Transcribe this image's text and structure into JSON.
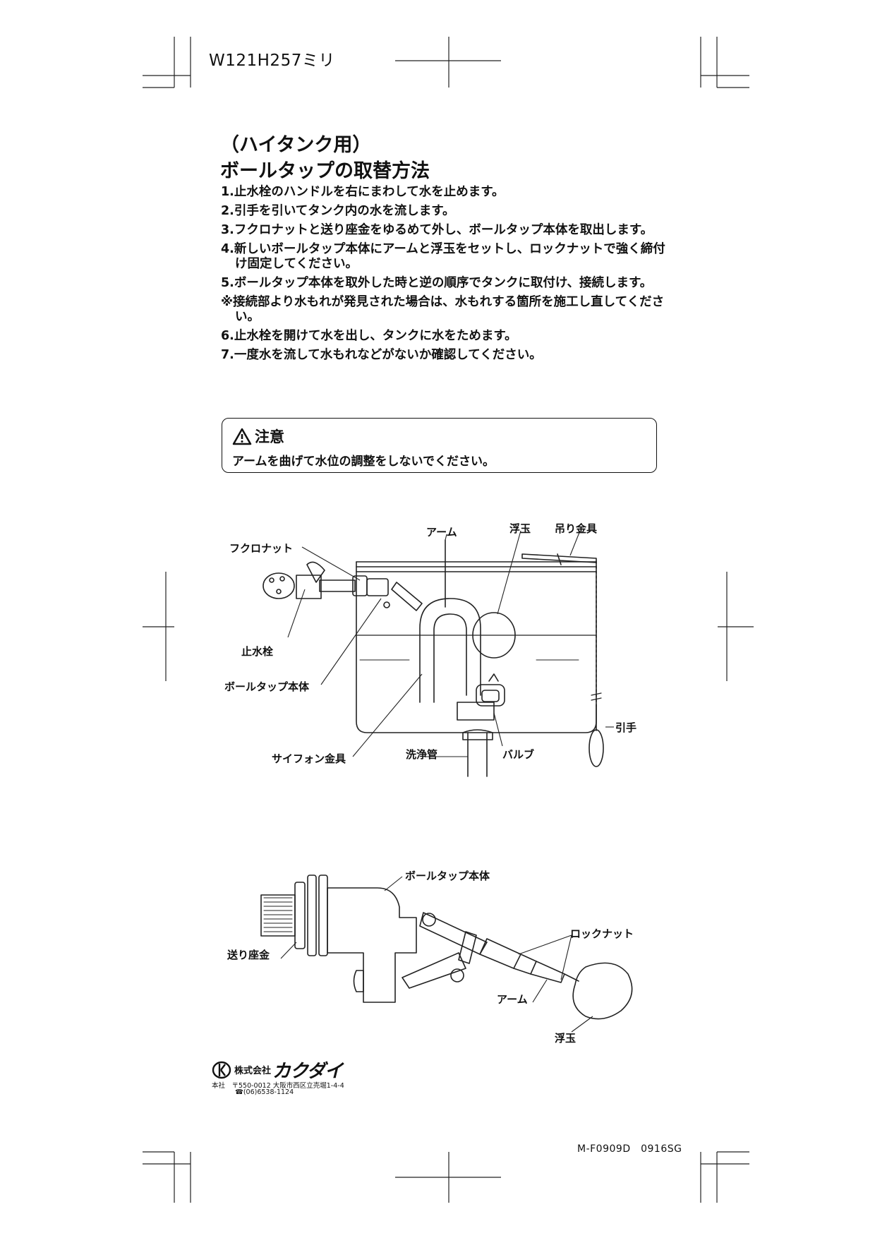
{
  "header": {
    "size_code": "W121H257ミリ"
  },
  "title": {
    "line1": "（ハイタンク用）",
    "line2": "ボールタップの取替方法"
  },
  "steps": [
    "1.止水栓のハンドルを右にまわして水を止めます。",
    "2.引手を引いてタンク内の水を流します。",
    "3.フクロナットと送り座金をゆるめて外し、ボールタップ本体を取出します。",
    "4.新しいボールタップ本体にアームと浮玉をセットし、ロックナットで強く締付け固定してください。",
    "5.ボールタップ本体を取外した時と逆の順序でタンクに取付け、接続します。",
    "※接続部より水もれが発見された場合は、水もれする箇所を施工し直してください。",
    "6.止水栓を開けて水を出し、タンクに水をためます。",
    "7.一度水を流して水もれなどがないか確認してください。"
  ],
  "caution": {
    "heading": "注意",
    "text": "アームを曲げて水位の調整をしないでください。",
    "icon": "warning-triangle-icon"
  },
  "diagram1": {
    "labels": {
      "arm": "アーム",
      "float": "浮玉",
      "hanger": "吊り金具",
      "cap_nut": "フクロナット",
      "stop_valve": "止水栓",
      "ball_tap_body": "ボールタップ本体",
      "pull_handle": "引手",
      "siphon": "サイフォン金具",
      "flush_pipe": "洗浄管",
      "valve": "バルブ"
    }
  },
  "diagram2": {
    "labels": {
      "ball_tap_body": "ボールタップ本体",
      "lock_nut": "ロックナット",
      "washer": "送り座金",
      "arm": "アーム",
      "float": "浮玉"
    }
  },
  "footer": {
    "company_prefix": "株式会社",
    "brand": "カクダイ",
    "address": "本社　〒550-0012 大阪市西区立売堀1-4-4",
    "phone": "☎(06)6538-1124",
    "doc_code": "M-F0909D　0916SG"
  }
}
